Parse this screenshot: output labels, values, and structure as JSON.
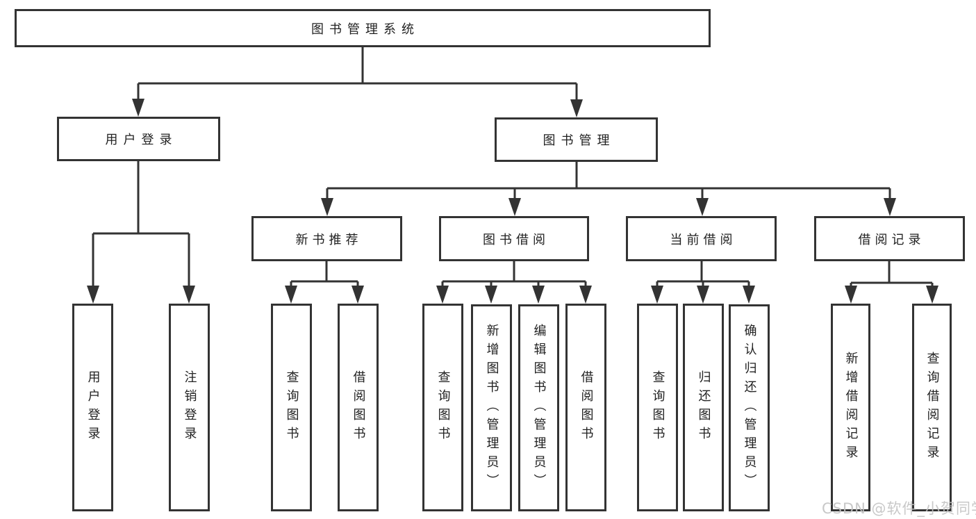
{
  "colors": {
    "line": "#333333",
    "text": "#222222",
    "watermark": "#c3c3c3",
    "background": "#ffffff"
  },
  "watermark": {
    "text": "CSDN @软件_小贺同学"
  },
  "tree": {
    "root": {
      "label": "图书管理系统"
    },
    "level2": [
      {
        "label": "用户登录",
        "children": [
          {
            "label": "用户登录"
          },
          {
            "label": "注销登录"
          }
        ]
      },
      {
        "label": "图书管理",
        "children": [
          {
            "label": "新书推荐",
            "children": [
              {
                "label": "查询图书"
              },
              {
                "label": "借阅图书"
              }
            ]
          },
          {
            "label": "图书借阅",
            "children": [
              {
                "label": "查询图书"
              },
              {
                "label": "新增图书（管理员）"
              },
              {
                "label": "编辑图书（管理员）"
              },
              {
                "label": "借阅图书"
              }
            ]
          },
          {
            "label": "当前借阅",
            "children": [
              {
                "label": "查询图书"
              },
              {
                "label": "归还图书"
              },
              {
                "label": "确认归还（管理员）"
              }
            ]
          },
          {
            "label": "借阅记录",
            "children": [
              {
                "label": "新增借阅记录"
              },
              {
                "label": "查询借阅记录"
              }
            ]
          }
        ]
      }
    ]
  }
}
